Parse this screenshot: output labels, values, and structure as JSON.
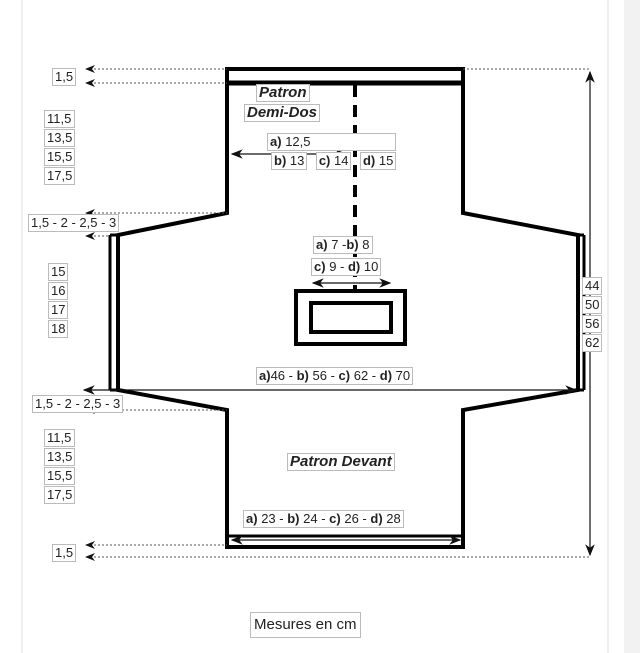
{
  "top_band": "1,5",
  "armhole_left_top": [
    "11,5",
    "13,5",
    "15,5",
    "17,5"
  ],
  "shoulder_step_top": "1,5 - 2 - 2,5 - 3",
  "sleeve_edge": [
    "15",
    "16",
    "17",
    "18"
  ],
  "shoulder_step_bottom": "1,5 - 2 - 2,5 - 3",
  "armhole_left_bottom": [
    "11,5",
    "13,5",
    "15,5",
    "17,5"
  ],
  "bottom_band": "1,5",
  "back_title_1": "Patron",
  "back_title_2": "Demi-Dos",
  "back_width": [
    {
      "k": "a)",
      "v": "12,5"
    },
    {
      "k": "b)",
      "v": "13"
    },
    {
      "k": "c)",
      "v": "14"
    },
    {
      "k": "d)",
      "v": "15"
    }
  ],
  "pocket_line1": {
    "a": "a)",
    "av": "7 -",
    "b": "b)",
    "bv": "8"
  },
  "pocket_line2": {
    "c": "c)",
    "cv": "9 -",
    "d": "d)",
    "dv": "10"
  },
  "total_width": {
    "a": "a)",
    "av": "46 -",
    "b": "b)",
    "bv": "56 -",
    "c": "c)",
    "cv": "62 -",
    "d": "d)",
    "dv": "70"
  },
  "front_title": "Patron Devant",
  "front_width": {
    "a": "a)",
    "av": "23 -",
    "b": "b)",
    "bv": "24 -",
    "c": "c)",
    "cv": "26 -",
    "d": "d)",
    "dv": "28"
  },
  "height": [
    "44",
    "50",
    "56",
    "62"
  ],
  "units_note": "Mesures en cm"
}
